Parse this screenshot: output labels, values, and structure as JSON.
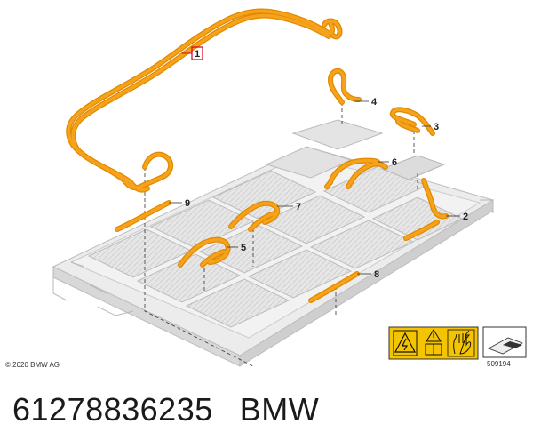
{
  "diagram": {
    "copyright": "© 2020 BMW AG",
    "reference_number": "509194",
    "callouts": [
      "1",
      "2",
      "3",
      "4",
      "5",
      "6",
      "7",
      "8",
      "9"
    ],
    "highlighted_callout": "1"
  },
  "footer": {
    "part_number": "61278836235",
    "brand": "BMW"
  },
  "colors": {
    "cable": "#f7a21b",
    "cable_dark": "#e08a00",
    "highlight": "#d0021b",
    "warning_yellow": "#f5c400"
  }
}
